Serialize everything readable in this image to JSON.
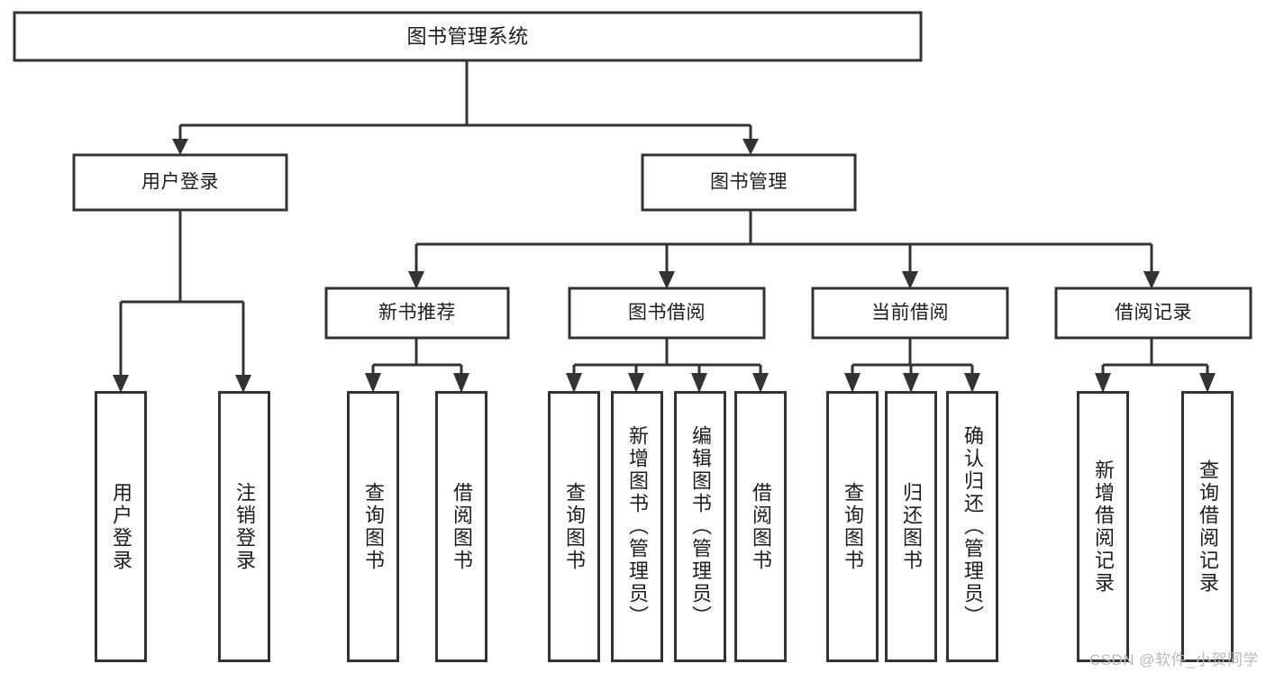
{
  "diagram": {
    "type": "tree-hierarchy",
    "title": "图书管理系统",
    "watermark": "CSDN @软件_小贺同学",
    "colors": {
      "stroke": "#333333",
      "fill": "#ffffff",
      "text": "#1c1c1c",
      "watermark": "#b9b9b9",
      "background": "#ffffff"
    },
    "levels": [
      {
        "level": 0,
        "nodes": [
          {
            "id": "root",
            "label": "图书管理系统",
            "orientation": "horizontal"
          }
        ]
      },
      {
        "level": 1,
        "nodes": [
          {
            "id": "login",
            "label": "用户登录",
            "orientation": "horizontal",
            "parent": "root"
          },
          {
            "id": "bookmgmt",
            "label": "图书管理",
            "orientation": "horizontal",
            "parent": "root"
          }
        ]
      },
      {
        "level": 2,
        "nodes": [
          {
            "id": "newbook",
            "label": "新书推荐",
            "orientation": "horizontal",
            "parent": "bookmgmt"
          },
          {
            "id": "borrow",
            "label": "图书借阅",
            "orientation": "horizontal",
            "parent": "bookmgmt"
          },
          {
            "id": "current",
            "label": "当前借阅",
            "orientation": "horizontal",
            "parent": "bookmgmt"
          },
          {
            "id": "records",
            "label": "借阅记录",
            "orientation": "horizontal",
            "parent": "bookmgmt"
          }
        ]
      },
      {
        "level": 3,
        "nodes": [
          {
            "id": "leaf-user-login",
            "label": "用户登录",
            "orientation": "vertical",
            "parent": "login"
          },
          {
            "id": "leaf-user-logout",
            "label": "注销登录",
            "orientation": "vertical",
            "parent": "login"
          },
          {
            "id": "leaf-query-book-1",
            "label": "查询图书",
            "orientation": "vertical",
            "parent": "newbook"
          },
          {
            "id": "leaf-borrow-book-1",
            "label": "借阅图书",
            "orientation": "vertical",
            "parent": "newbook"
          },
          {
            "id": "leaf-query-book-2",
            "label": "查询图书",
            "orientation": "vertical",
            "parent": "borrow"
          },
          {
            "id": "leaf-add-book",
            "label": "新增图书（管理员）",
            "orientation": "vertical",
            "parent": "borrow"
          },
          {
            "id": "leaf-edit-book",
            "label": "编辑图书（管理员）",
            "orientation": "vertical",
            "parent": "borrow"
          },
          {
            "id": "leaf-borrow-book-2",
            "label": "借阅图书",
            "orientation": "vertical",
            "parent": "borrow"
          },
          {
            "id": "leaf-query-book-3",
            "label": "查询图书",
            "orientation": "vertical",
            "parent": "current"
          },
          {
            "id": "leaf-return-book",
            "label": "归还图书",
            "orientation": "vertical",
            "parent": "current"
          },
          {
            "id": "leaf-confirm-return",
            "label": "确认归还（管理员）",
            "orientation": "vertical",
            "parent": "current"
          },
          {
            "id": "leaf-add-record",
            "label": "新增借阅记录",
            "orientation": "vertical",
            "parent": "records"
          },
          {
            "id": "leaf-query-record",
            "label": "查询借阅记录",
            "orientation": "vertical",
            "parent": "records"
          }
        ]
      }
    ]
  }
}
